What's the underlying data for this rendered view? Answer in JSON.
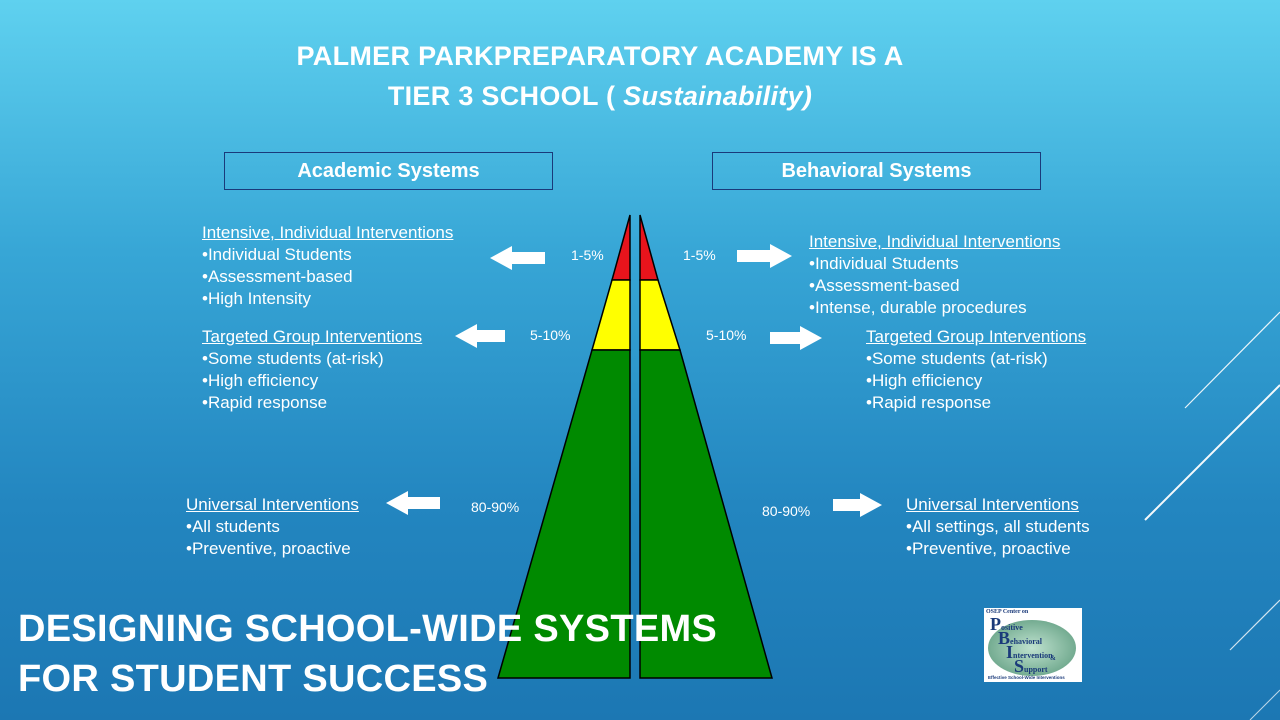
{
  "slide": {
    "title_line1": "PALMER PARKPREPARATORY ACADEMY IS A",
    "title_line2_plain": "TIER 3 SCHOOL (",
    "title_line2_italic": " Sustainability)",
    "footer_line1": "DESIGNING SCHOOL-WIDE SYSTEMS",
    "footer_line2": "FOR STUDENT SUCCESS"
  },
  "academic": {
    "header": "Academic Systems",
    "intensive": {
      "heading": "Intensive, Individual Interventions",
      "bullets": [
        "•Individual Students",
        "•Assessment-based",
        "•High Intensity"
      ],
      "percent": "1-5%"
    },
    "targeted": {
      "heading": "Targeted Group Interventions",
      "bullets": [
        "•Some students (at-risk)",
        "•High efficiency",
        "•Rapid response"
      ],
      "percent": "5-10%"
    },
    "universal": {
      "heading": "Universal Interventions",
      "bullets": [
        "•All students",
        "•Preventive, proactive"
      ],
      "percent": "80-90%"
    }
  },
  "behavioral": {
    "header": "Behavioral Systems",
    "intensive": {
      "heading": "Intensive, Individual Interventions",
      "bullets": [
        "•Individual Students",
        "•Assessment-based",
        "•Intense, durable procedures"
      ],
      "percent": "1-5%"
    },
    "targeted": {
      "heading": "Targeted Group Interventions",
      "bullets": [
        "•Some students (at-risk)",
        "•High efficiency",
        "•Rapid response"
      ],
      "percent": "5-10%"
    },
    "universal": {
      "heading": "Universal Interventions",
      "bullets": [
        "•All settings, all students",
        "•Preventive, proactive"
      ],
      "percent": "80-90%"
    }
  },
  "logo": {
    "top_text": "OSEP Center on",
    "letters": [
      "P",
      "B",
      "I",
      "S"
    ],
    "words": [
      "ositive",
      "ehavioral",
      "ntervention",
      "upport"
    ],
    "amp": "&",
    "bottom_text": "Effective School-Wide Interventions"
  },
  "colors": {
    "tier3": "#e8141c",
    "tier2": "#ffff00",
    "tier1": "#008a00"
  }
}
